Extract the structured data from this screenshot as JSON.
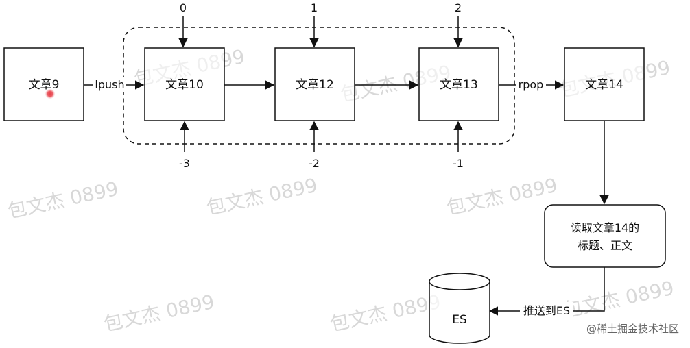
{
  "queue": {
    "article9": "文章9",
    "article10": "文章10",
    "article12": "文章12",
    "article13": "文章13",
    "article14": "文章14",
    "lpush": "lpush",
    "rpop": "rpop",
    "pos_index": [
      "0",
      "1",
      "2"
    ],
    "neg_index": [
      "-3",
      "-2",
      "-1"
    ]
  },
  "process": {
    "read_line1": "读取文章14的",
    "read_line2": "标题、正文",
    "push_label": "推送到ES",
    "db_label": "ES"
  },
  "watermark": {
    "author": "包文杰 0899",
    "footer": "@稀土掘金技术社区"
  },
  "colors": {
    "stroke": "#111111",
    "cursor_dot": "#e8414a",
    "watermark": "#d8d8d8"
  }
}
